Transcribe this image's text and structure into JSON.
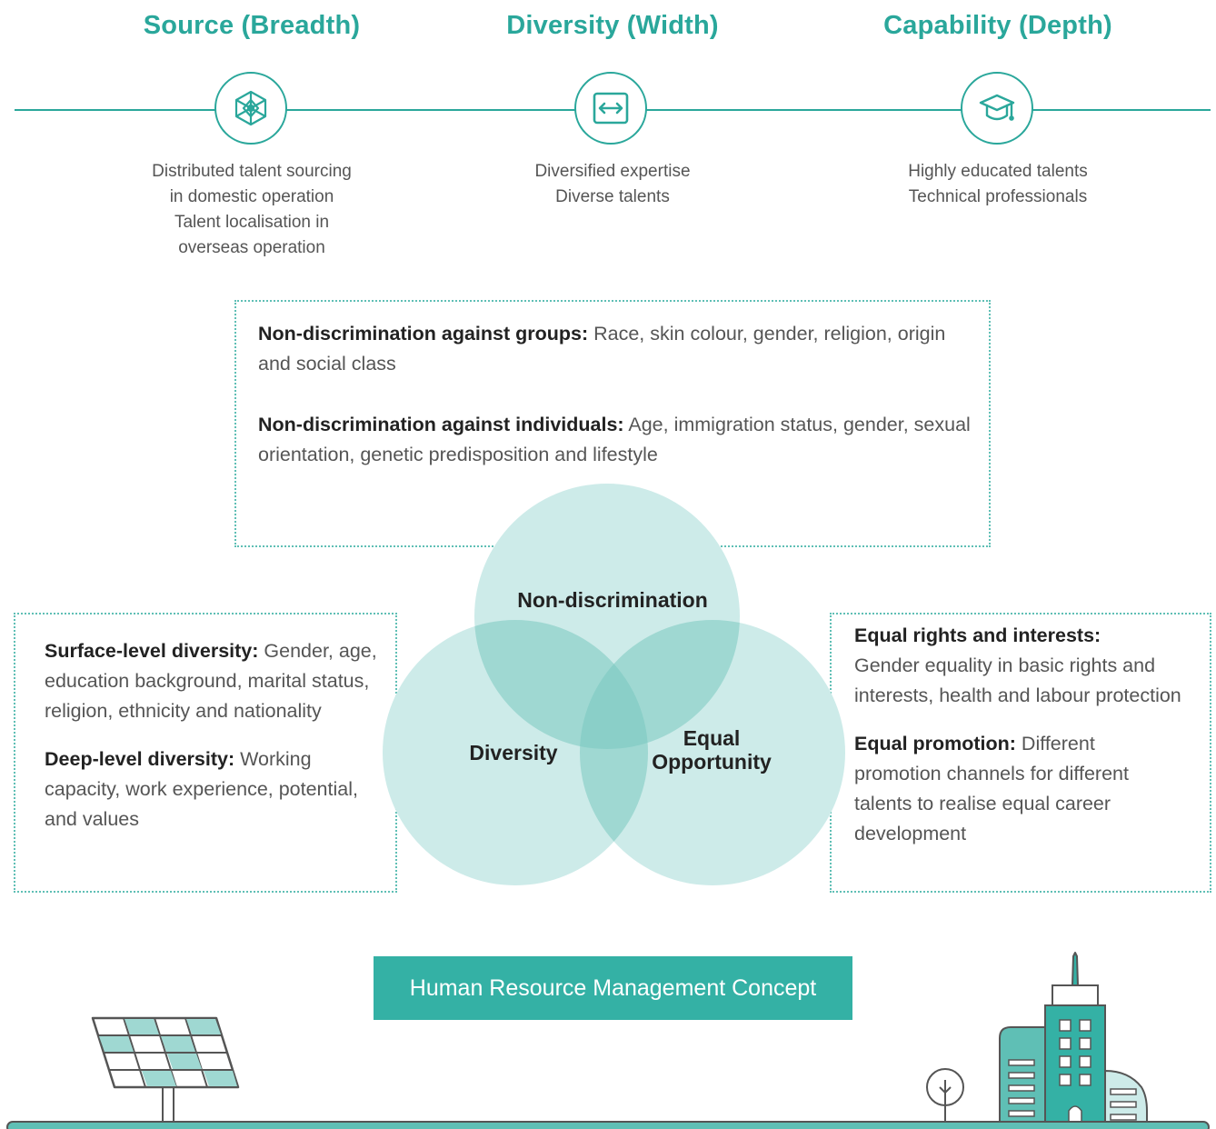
{
  "pillars": [
    {
      "title": "Source (Breadth)",
      "icon": "network-icon",
      "lines": [
        "Distributed talent sourcing",
        "in domestic operation",
        "Talent localisation in",
        "overseas operation"
      ]
    },
    {
      "title": "Diversity (Width)",
      "icon": "width-arrows-icon",
      "lines": [
        "Diversified expertise",
        "Diverse talents"
      ]
    },
    {
      "title": "Capability (Depth)",
      "icon": "graduation-cap-icon",
      "lines": [
        "Highly educated talents",
        "Technical professionals"
      ]
    }
  ],
  "top_box": {
    "groups_label": "Non-discrimination against groups:",
    "groups_text": " Race, skin colour, gender, religion, origin and social class",
    "individuals_label": "Non-discrimination against individuals:",
    "individuals_text": " Age, immigration status, gender, sexual orientation, genetic predisposition and lifestyle"
  },
  "left_box": {
    "surface_label": "Surface-level diversity:",
    "surface_text": " Gender, age, education background, marital status, religion, ethnicity and nationality",
    "deep_label": "Deep-level diversity:",
    "deep_text": " Working capacity, work experience, potential, and values"
  },
  "right_box": {
    "rights_label": "Equal rights and interests:",
    "rights_text": "Gender equality in basic rights and interests, health and labour protection",
    "promotion_label": "Equal promotion:",
    "promotion_text": " Different promotion channels for different talents to realise equal career development"
  },
  "venn": {
    "top": "Non-discrimination",
    "left": "Diversity",
    "right_line1": "Equal",
    "right_line2": "Opportunity"
  },
  "banner": "Human Resource Management Concept",
  "colors": {
    "accent": "#2aa79b",
    "circle_fill": "#cdebe9",
    "overlap_fill": "#9fd8d2",
    "banner_bg": "#34b1a5"
  }
}
